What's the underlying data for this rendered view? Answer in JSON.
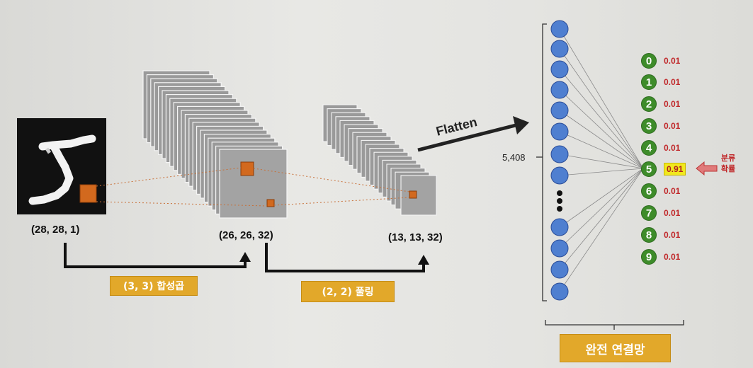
{
  "input_shape": "(28, 28, 1)",
  "conv_shape": "(26, 26, 32)",
  "pool_shape": "(13, 13, 32)",
  "conv_op_label": "(3, 3) 합성곱",
  "pool_op_label": "(2, 2) 풀링",
  "flatten_label": "Flatten",
  "flatten_size": "5,408",
  "fc_label": "완전 연결망",
  "class_label": "분류\n확률",
  "outputs": [
    {
      "digit": "0",
      "prob": "0.01"
    },
    {
      "digit": "1",
      "prob": "0.01"
    },
    {
      "digit": "2",
      "prob": "0.01"
    },
    {
      "digit": "3",
      "prob": "0.01"
    },
    {
      "digit": "4",
      "prob": "0.01"
    },
    {
      "digit": "5",
      "prob": "0.91",
      "highlight": true
    },
    {
      "digit": "6",
      "prob": "0.01"
    },
    {
      "digit": "7",
      "prob": "0.01"
    },
    {
      "digit": "8",
      "prob": "0.01"
    },
    {
      "digit": "9",
      "prob": "0.01"
    }
  ],
  "colors": {
    "accent_orange": "#d2691e",
    "label_yellow": "#e2a82a",
    "neuron_blue": "#4f7fd0",
    "digit_green": "#3e8c2a",
    "prob_red": "#c0282a",
    "highlight_yellow": "#f1e81e"
  }
}
